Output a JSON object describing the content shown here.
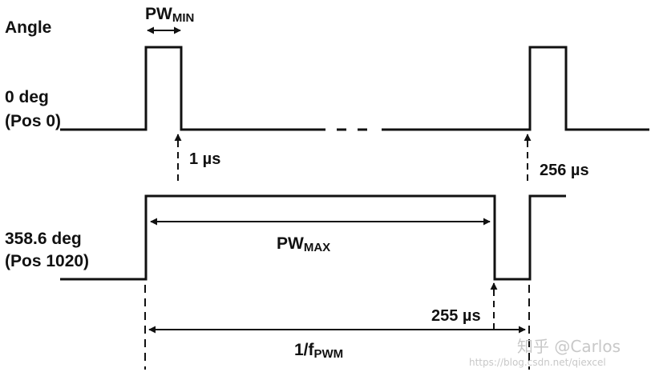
{
  "labels": {
    "angle": "Angle",
    "pw_min_main": "PW",
    "pw_min_sub": "MIN",
    "row1_line1": "0 deg",
    "row1_line2": "(Pos 0)",
    "row2_line1": "358.6 deg",
    "row2_line2": "(Pos 1020)",
    "one_us": "1 µs",
    "two56_us": "256 µs",
    "pw_max_main": "PW",
    "pw_max_sub": "MAX",
    "two55_us": "255 µs",
    "freq_main": "1/f",
    "freq_sub": "PWM"
  },
  "watermark": {
    "main": "知乎 @Carlos",
    "sub": "https://blog.csdn.net/qiexcel"
  },
  "colors": {
    "line": "#111111",
    "watermark": "#c8c8c8"
  }
}
